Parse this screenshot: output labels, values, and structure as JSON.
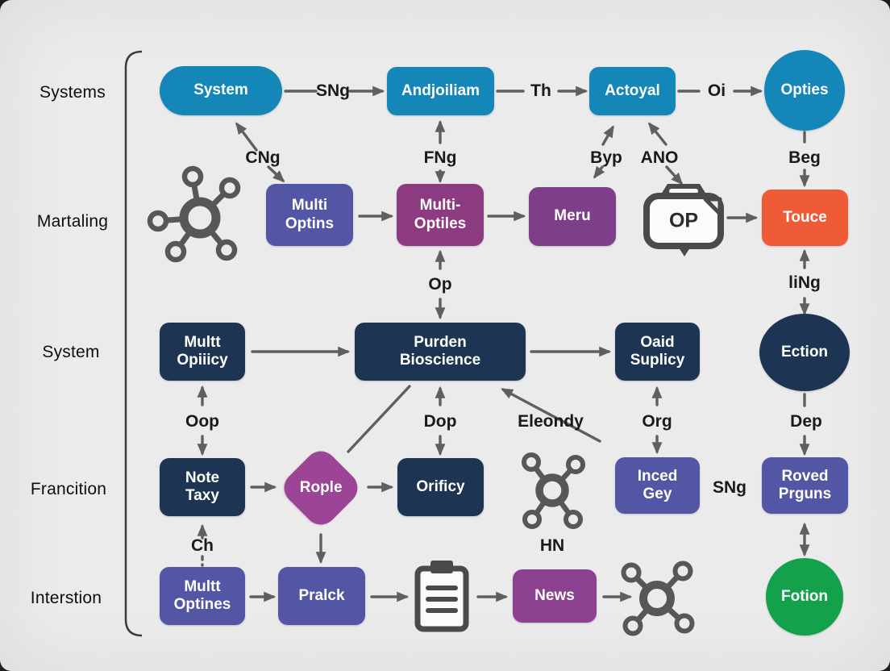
{
  "diagram": "flow-diagram",
  "row_labels": [
    {
      "label": "Systems"
    },
    {
      "label": "Martaling"
    },
    {
      "label": "System"
    },
    {
      "label": "Francition"
    },
    {
      "label": "Interstion"
    }
  ],
  "nodes": {
    "system": "System",
    "andjoiliam": "Andjoiliam",
    "actoyal": "Actoyal",
    "opties": "Opties",
    "multi_optins": "Multi Optins",
    "multi_optiles": "Multi-Optiles",
    "meru": "Meru",
    "touce": "Touce",
    "multt_opiiicy": "Multt Opiiicy",
    "purden_bioscience": "Purden Bioscience",
    "oaid_suplicy": "Oaid Suplicy",
    "ection": "Ection",
    "note_taxy": "Note Taxy",
    "rople": "Rople",
    "orificy": "Orificy",
    "inced_gey": "Inced Gey",
    "roved_prguns": "Roved Prguns",
    "multt_optines": "Multt Optines",
    "pralck": "Pralck",
    "news": "News",
    "fotion": "Fotion",
    "op_printer": "OP"
  },
  "edge_labels": {
    "sng": "SNg",
    "th": "Th",
    "oi": "Oi",
    "cng": "CNg",
    "fng": "FNg",
    "byp": "Byp",
    "ano": "ANO",
    "beg": "Beg",
    "op": "Op",
    "ling": "liNg",
    "oop": "Oop",
    "dop": "Dop",
    "eleondy": "Eleondy",
    "org": "Org",
    "dep": "Dep",
    "sng2": "SNg",
    "hn": "HN",
    "ch": "Ch"
  },
  "colors": {
    "background": "#ebebec",
    "teal": "#1486b8",
    "indigo": "#5356a4",
    "magenta": "#8c3b80",
    "purple": "#7d3e8a",
    "purple_news": "#8b4190",
    "diamond": "#9c4496",
    "navy": "#1d3452",
    "orange": "#ef5b36",
    "green": "#13a24b",
    "arrow_gray": "#5f5f5f",
    "icon_gray": "#575757"
  }
}
